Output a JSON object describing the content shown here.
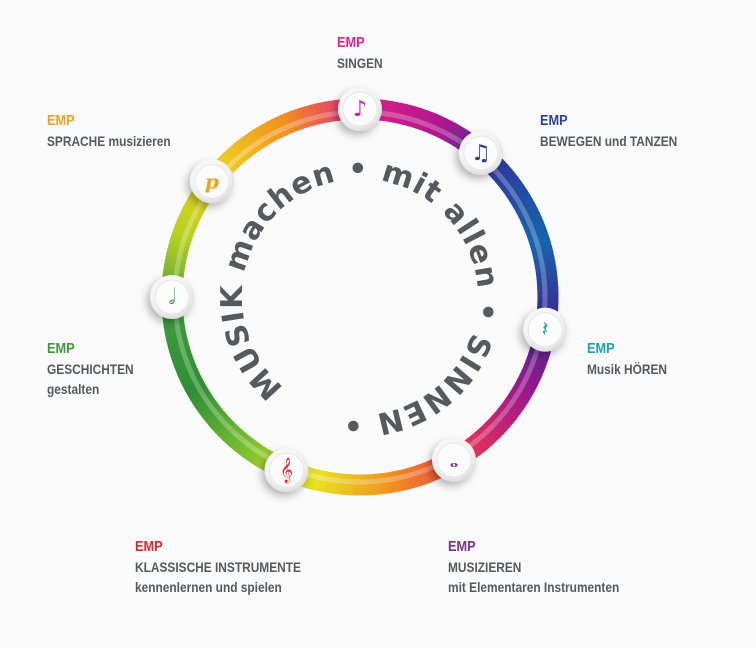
{
  "center": {
    "text_parts": [
      "MUSIK machen",
      "mit allen",
      "SINNEN"
    ],
    "text_color": "#555a5f"
  },
  "nodes": [
    {
      "id": "singen",
      "prefix": "EMP",
      "lines": [
        "SINGEN"
      ],
      "color": "#e0218a",
      "icon": "eighth-note-icon",
      "glyph": "♪"
    },
    {
      "id": "bewegen",
      "prefix": "EMP",
      "lines": [
        "BEWEGEN und TANZEN"
      ],
      "color": "#2b3f9e",
      "icon": "beamed-notes-icon",
      "glyph": "♫"
    },
    {
      "id": "hoeren",
      "prefix": "EMP",
      "lines": [
        "Musik HÖREN"
      ],
      "color": "#1aa3b0",
      "icon": "quarter-rest-icon",
      "glyph": "𝄽"
    },
    {
      "id": "musizieren",
      "prefix": "EMP",
      "lines": [
        "MUSIZIEREN",
        "mit Elementaren Instrumenten"
      ],
      "color": "#7b2f8e",
      "icon": "whole-note-icon",
      "glyph": "𝅝"
    },
    {
      "id": "klassisch",
      "prefix": "EMP",
      "lines": [
        "KLASSISCHE INSTRUMENTE",
        "kennenlernen und spielen"
      ],
      "color": "#e3242b",
      "icon": "treble-clef-icon",
      "glyph": "𝄞"
    },
    {
      "id": "geschichten",
      "prefix": "EMP",
      "lines": [
        "GESCHICHTEN",
        "gestalten"
      ],
      "color": "#3f9b3a",
      "icon": "half-note-icon",
      "glyph": "𝅗𝅥"
    },
    {
      "id": "sprache",
      "prefix": "EMP",
      "lines": [
        "SPRACHE musizieren"
      ],
      "color": "#f0a020",
      "icon": "piano-dynamic-icon",
      "glyph": "p"
    }
  ],
  "ring_colors": [
    "#e0218a",
    "#b0168f",
    "#2b3f9e",
    "#1565b0",
    "#3a2a90",
    "#a0188a",
    "#e8305a",
    "#f08a20",
    "#e8e020",
    "#7ac030",
    "#2e8f34",
    "#3f9b3a",
    "#b8d020",
    "#f0d020",
    "#f09020",
    "#e0218a"
  ]
}
